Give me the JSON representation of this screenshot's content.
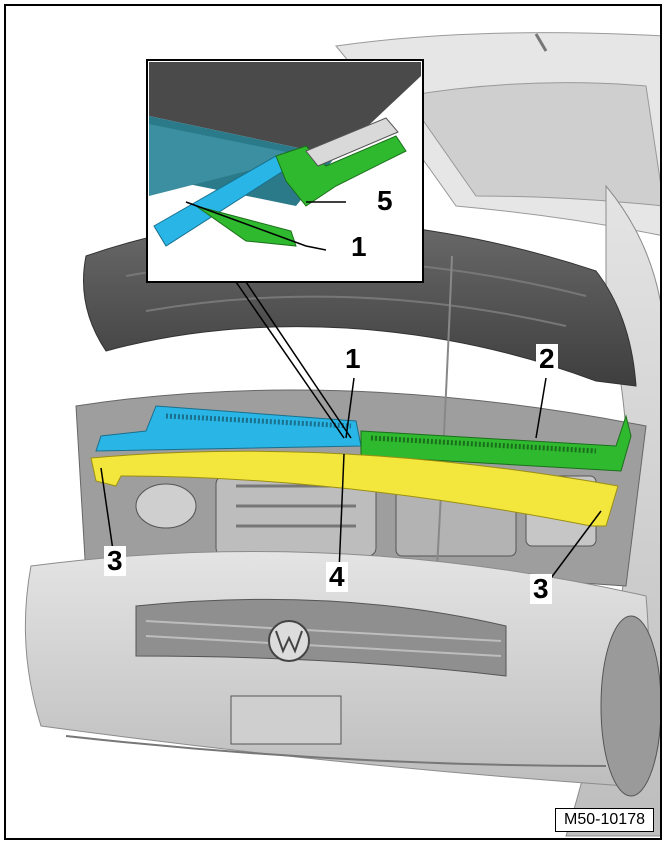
{
  "figure": {
    "callouts": {
      "c1_detail": "1",
      "c5_detail": "5",
      "c1_main": "1",
      "c2_main": "2",
      "c3_left": "3",
      "c4_main": "4",
      "c3_right": "3"
    },
    "figure_code": "M50-10178"
  },
  "colors": {
    "blue_part": "#29b6e6",
    "green_part": "#2fb92f",
    "yellow_part": "#f3e63c",
    "body_gray": "#d9d9d9",
    "dark_gray": "#555555"
  },
  "icons": [
    "vw-logo-icon"
  ]
}
